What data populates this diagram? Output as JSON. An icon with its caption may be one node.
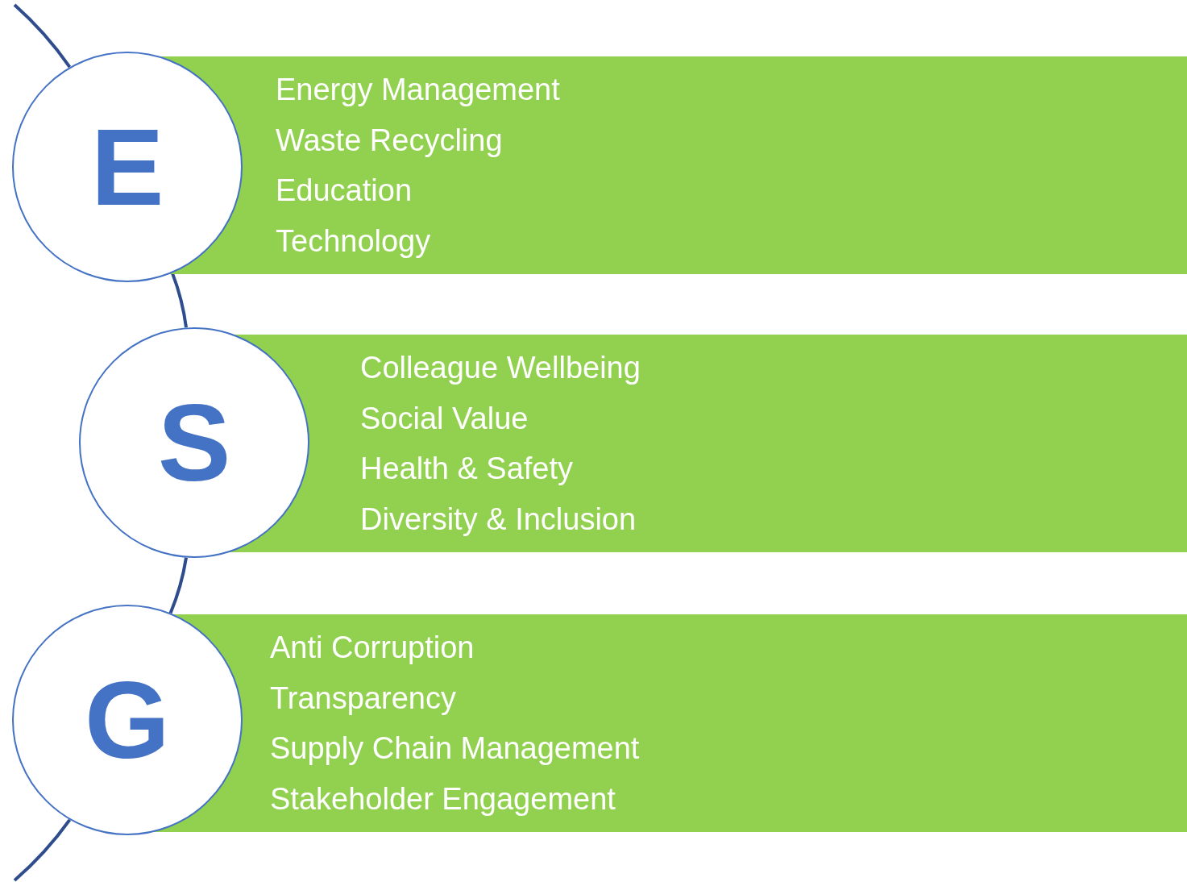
{
  "diagram": {
    "nodes": [
      {
        "text": [
          "E"
        ]
      },
      {
        "text": [
          "Energy Management",
          "Waste Recycling",
          "Education",
          "Technology"
        ]
      },
      {
        "text": [
          "S"
        ]
      },
      {
        "text": [
          "Colleague Wellbeing",
          "Social Value",
          "Health & Safety",
          "Diversity & Inclusion"
        ]
      },
      {
        "text": [
          "G"
        ]
      },
      {
        "text": [
          "Anti Corruption",
          "Transparency",
          "Supply Chain Management",
          "Stakeholder Engagement"
        ]
      }
    ],
    "edges": [
      {
        "from": null,
        "to": 0,
        "arrow": "none"
      },
      {
        "from": 0,
        "to": 2,
        "arrow": "none"
      },
      {
        "from": 2,
        "to": 4,
        "arrow": "none"
      },
      {
        "from": 4,
        "to": null,
        "arrow": "none"
      }
    ]
  }
}
